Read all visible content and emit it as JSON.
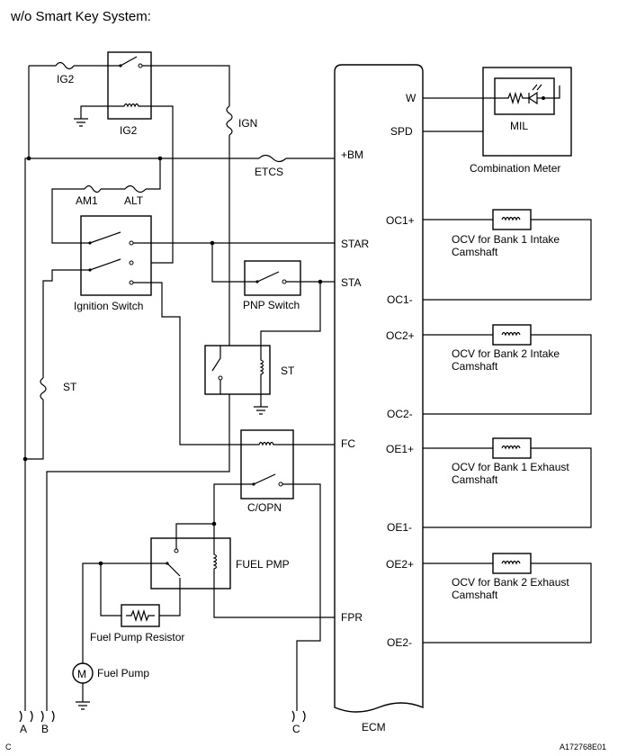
{
  "title": "w/o Smart Key System:",
  "figure_code": "A172768E01",
  "page_marker": "C",
  "ecm": {
    "label": "ECM",
    "pins": {
      "w": "W",
      "spd": "SPD",
      "bm": "+BM",
      "star": "STAR",
      "sta": "STA",
      "fc": "FC",
      "fpr": "FPR",
      "oc1p": "OC1+",
      "oc1m": "OC1-",
      "oc2p": "OC2+",
      "oc2m": "OC2-",
      "oe1p": "OE1+",
      "oe1m": "OE1-",
      "oe2p": "OE2+",
      "oe2m": "OE2-"
    }
  },
  "components": {
    "ig2_fuse": "IG2",
    "ig2_relay": "IG2",
    "ign_fuse": "IGN",
    "etcs_fuse": "ETCS",
    "am1_fuse": "AM1",
    "alt_fuse": "ALT",
    "ignition_switch": "Ignition Switch",
    "pnp_switch": "PNP Switch",
    "st_fuse": "ST",
    "st_relay": "ST",
    "copn_relay": "C/OPN",
    "fuel_pmp_relay": "FUEL PMP",
    "fuel_pump_resistor": "Fuel Pump Resistor",
    "fuel_pump": "Fuel Pump",
    "fuel_pump_motor_symbol": "M",
    "mil": "MIL",
    "combination_meter": "Combination Meter",
    "ocv_bank1_intake": "OCV for Bank 1 Intake Camshaft",
    "ocv_bank2_intake": "OCV for Bank 2 Intake Camshaft",
    "ocv_bank1_exhaust": "OCV for Bank 1 Exhaust Camshaft",
    "ocv_bank2_exhaust": "OCV for Bank 2 Exhaust Camshaft"
  },
  "connectors": {
    "a": "A",
    "b": "B",
    "c": "C"
  }
}
